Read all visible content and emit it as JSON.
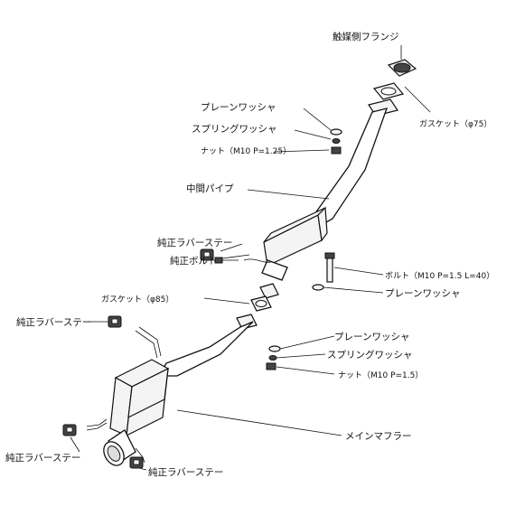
{
  "labels": {
    "flange": "触媒側フランジ",
    "gasket_75": "ガスケット（φ75）",
    "plain_washer_top": "プレーンワッシャ",
    "spring_washer_top": "スプリングワッシャ",
    "nut_top": "ナット（M10 P=1.25）",
    "mid_pipe": "中間パイプ",
    "oem_stay_top": "純正ラバーステー",
    "oem_bolt": "純正ボルト",
    "gasket_85": "ガスケット（φ85）",
    "oem_stay_left": "純正ラバーステー",
    "bolt_right": "ボルト（M10 P=1.5 L=40）",
    "plain_washer_right": "プレーンワッシャ",
    "plain_washer_bottom": "プレーンワッシャ",
    "spring_washer_bottom": "スプリングワッシャ",
    "nut_bottom": "ナット（M10 P=1.5）",
    "main_muffler": "メインマフラー",
    "oem_stay_bottom_left": "純正ラバーステー",
    "oem_stay_bottom_right": "純正ラバーステー"
  }
}
